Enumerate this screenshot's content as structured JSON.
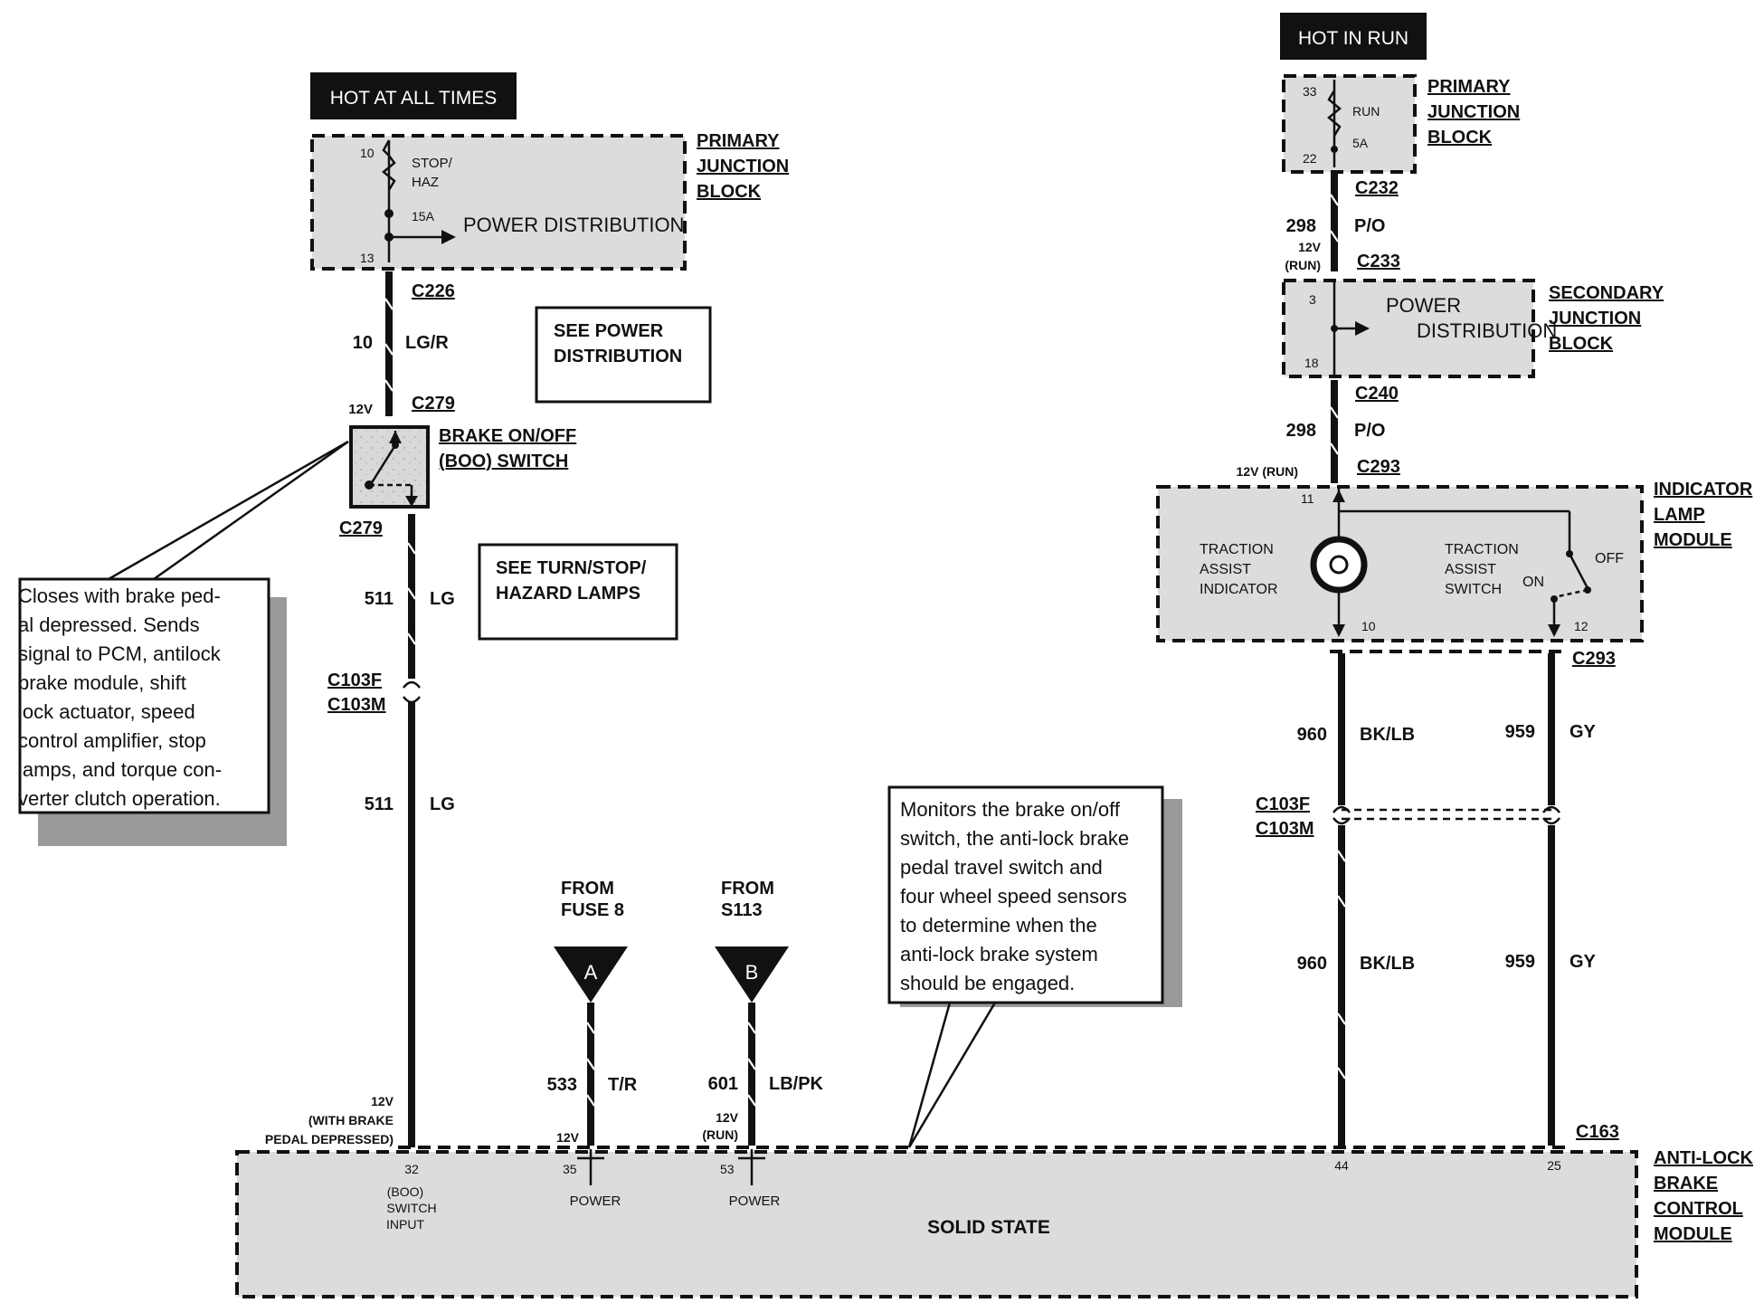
{
  "hot_at_all_times": {
    "label": "HOT AT ALL TIMES"
  },
  "hot_in_run": {
    "label": "HOT IN RUN"
  },
  "pjb_left": {
    "name": [
      "PRIMARY",
      "JUNCTION",
      "BLOCK"
    ],
    "pin_in": "10",
    "pin_out": "13",
    "fuse": [
      "STOP/",
      "HAZ"
    ],
    "amp": "15A",
    "power_dist": "POWER DISTRIBUTION"
  },
  "pjb_right": {
    "name": [
      "PRIMARY",
      "JUNCTION",
      "BLOCK"
    ],
    "pin_in": "33",
    "pin_out": "22",
    "fuse": "RUN",
    "amp": "5A"
  },
  "sjb": {
    "name": [
      "SECONDARY",
      "JUNCTION",
      "BLOCK"
    ],
    "pin_in": "3",
    "pin_out": "18",
    "power_dist": [
      "POWER",
      "DISTRIBUTION"
    ]
  },
  "ilm": {
    "name": [
      "INDICATOR",
      "LAMP",
      "MODULE"
    ],
    "pin_top": "11",
    "pin_lamp": "10",
    "pin_switch": "12",
    "indicator": [
      "TRACTION",
      "ASSIST",
      "INDICATOR"
    ],
    "switch": [
      "TRACTION",
      "ASSIST",
      "SWITCH"
    ],
    "off": "OFF",
    "on": "ON"
  },
  "boo": {
    "name": [
      "BRAKE ON/OFF",
      "(BOO) SWITCH"
    ]
  },
  "abs": {
    "name": [
      "ANTI-LOCK",
      "BRAKE",
      "CONTROL",
      "MODULE"
    ],
    "solid_state": "SOLID STATE",
    "pin32": "32",
    "pin35": "35",
    "pin53": "53",
    "pin44": "44",
    "pin25": "25",
    "boo_input": [
      "(BOO)",
      "SWITCH",
      "INPUT"
    ],
    "power": "POWER"
  },
  "see_power": [
    "SEE POWER",
    "DISTRIBUTION"
  ],
  "see_turn": [
    "SEE TURN/STOP/",
    "HAZARD LAMPS"
  ],
  "note_left": [
    "Closes with brake ped-",
    "al depressed.  Sends",
    "signal to PCM, antilock",
    "brake module, shift",
    "lock actuator, speed",
    "control amplifier, stop",
    "lamps, and torque con-",
    "verter clutch operation."
  ],
  "note_right": [
    "Monitors the brake on/off",
    "switch, the anti-lock brake",
    "pedal travel switch and",
    "four wheel speed sensors",
    "to determine when the",
    "anti-lock brake system",
    "should be engaged."
  ],
  "connectors": {
    "c226": "C226",
    "c279a": "C279",
    "c279b": "C279",
    "c103f_l": "C103F",
    "c103m_l": "C103M",
    "c232": "C232",
    "c233": "C233",
    "c240": "C240",
    "c293a": "C293",
    "c293b": "C293",
    "c103f_r": "C103F",
    "c103m_r": "C103M",
    "c163": "C163"
  },
  "wires": {
    "w10": {
      "num": "10",
      "color": "LG/R"
    },
    "w511a": {
      "num": "511",
      "color": "LG"
    },
    "w511b": {
      "num": "511",
      "color": "LG"
    },
    "w298a": {
      "num": "298",
      "color": "P/O"
    },
    "w298b": {
      "num": "298",
      "color": "P/O"
    },
    "w960a": {
      "num": "960",
      "color": "BK/LB"
    },
    "w960b": {
      "num": "960",
      "color": "BK/LB"
    },
    "w959a": {
      "num": "959",
      "color": "GY"
    },
    "w959b": {
      "num": "959",
      "color": "GY"
    },
    "w533": {
      "num": "533",
      "color": "T/R"
    },
    "w601": {
      "num": "601",
      "color": "LB/PK"
    }
  },
  "voltages": {
    "c279": "12V",
    "c233": [
      "12V",
      "(RUN)"
    ],
    "c293": "12V (RUN)",
    "brake": [
      "12V",
      "(WITH BRAKE",
      "PEDAL DEPRESSED)"
    ],
    "p35": "12V",
    "p53": [
      "12V",
      "(RUN)"
    ]
  },
  "fuse8": {
    "from": [
      "FROM",
      "FUSE 8"
    ],
    "letter": "A"
  },
  "s113": {
    "from": [
      "FROM",
      "S113"
    ],
    "letter": "B"
  }
}
